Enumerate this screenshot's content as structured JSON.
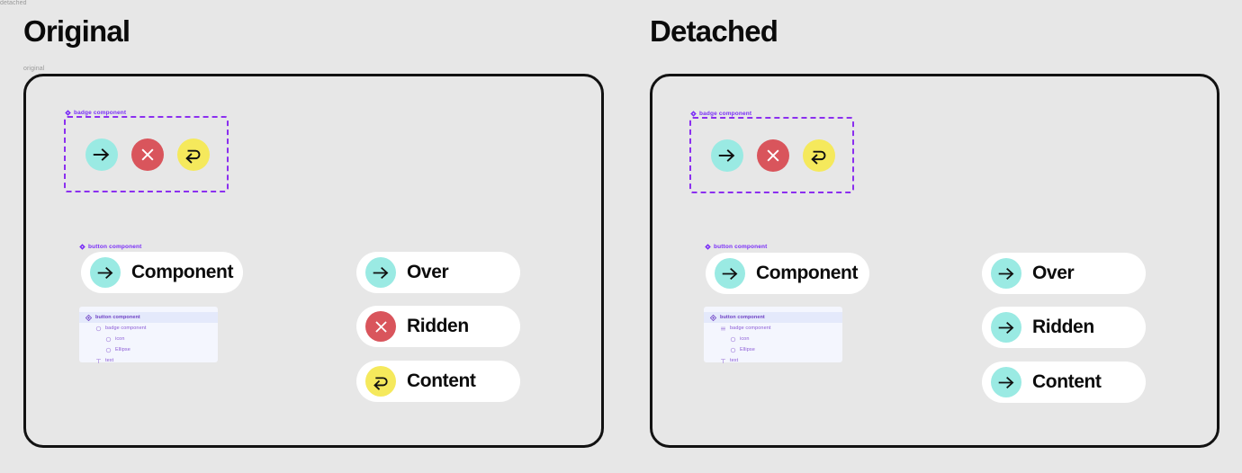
{
  "colors": {
    "canvas": "#e7e7e7",
    "frame_border": "#121212",
    "annotation_purple": "#7b2ff7",
    "selection_dash": "#8b2fef",
    "teal": "#9aeae3",
    "red": "#d9555c",
    "yellow": "#f5e95c",
    "pill_bg": "#ffffff",
    "layers_bg": "#f4f6fe",
    "layers_head_bg": "#e4e9fb",
    "layers_text": "#8b5bd6",
    "caption_gray": "#9a9a9a",
    "text_black": "#0c0c0c"
  },
  "panels": [
    {
      "id": "original",
      "title": "Original",
      "frame_caption": "original",
      "badge_group": {
        "label": "badge component",
        "badges": [
          {
            "icon": "arrow-right-icon",
            "color": "#9aeae3",
            "glyph_color": "#111111"
          },
          {
            "icon": "close-x-icon",
            "color": "#d9555c",
            "glyph_color": "#ffffff"
          },
          {
            "icon": "return-arrow-icon",
            "color": "#f5e95c",
            "glyph_color": "#111111"
          }
        ]
      },
      "main_button": {
        "label": "button component",
        "text": "Component",
        "icon": "arrow-right-icon",
        "icon_color": "#9aeae3",
        "glyph_color": "#111111"
      },
      "instances": [
        {
          "text": "Over",
          "icon": "arrow-right-icon",
          "icon_color": "#9aeae3",
          "glyph_color": "#111111"
        },
        {
          "text": "Ridden",
          "icon": "close-x-icon",
          "icon_color": "#d9555c",
          "glyph_color": "#ffffff"
        },
        {
          "text": "Content",
          "icon": "return-arrow-icon",
          "icon_color": "#f5e95c",
          "glyph_color": "#111111"
        }
      ],
      "layers": [
        {
          "depth": 0,
          "name": "button component",
          "icon": "component-diamond-icon",
          "selected": true
        },
        {
          "depth": 1,
          "name": "badge component",
          "icon": "component-circle-icon",
          "selected": false
        },
        {
          "depth": 2,
          "name": "icon",
          "icon": "component-circle-icon",
          "selected": false
        },
        {
          "depth": 2,
          "name": "Ellipse",
          "icon": "component-circle-icon",
          "selected": false
        },
        {
          "depth": 1,
          "name": "text",
          "icon": "text-type-icon",
          "selected": false
        }
      ]
    },
    {
      "id": "detached",
      "title": "Detached",
      "frame_caption": "detached",
      "badge_group": {
        "label": "badge component",
        "badges": [
          {
            "icon": "arrow-right-icon",
            "color": "#9aeae3",
            "glyph_color": "#111111"
          },
          {
            "icon": "close-x-icon",
            "color": "#d9555c",
            "glyph_color": "#ffffff"
          },
          {
            "icon": "return-arrow-icon",
            "color": "#f5e95c",
            "glyph_color": "#111111"
          }
        ]
      },
      "main_button": {
        "label": "button component",
        "text": "Component",
        "icon": "arrow-right-icon",
        "icon_color": "#9aeae3",
        "glyph_color": "#111111"
      },
      "instances": [
        {
          "text": "Over",
          "icon": "arrow-right-icon",
          "icon_color": "#9aeae3",
          "glyph_color": "#111111"
        },
        {
          "text": "Ridden",
          "icon": "arrow-right-icon",
          "icon_color": "#9aeae3",
          "glyph_color": "#111111"
        },
        {
          "text": "Content",
          "icon": "arrow-right-icon",
          "icon_color": "#9aeae3",
          "glyph_color": "#111111"
        }
      ],
      "layers": [
        {
          "depth": 0,
          "name": "button component",
          "icon": "component-diamond-icon",
          "selected": true
        },
        {
          "depth": 1,
          "name": "badge component",
          "icon": "frame-grid-icon",
          "selected": false
        },
        {
          "depth": 2,
          "name": "icon",
          "icon": "component-circle-icon",
          "selected": false
        },
        {
          "depth": 2,
          "name": "Ellipse",
          "icon": "component-circle-icon",
          "selected": false
        },
        {
          "depth": 1,
          "name": "text",
          "icon": "text-type-icon",
          "selected": false
        }
      ]
    }
  ]
}
